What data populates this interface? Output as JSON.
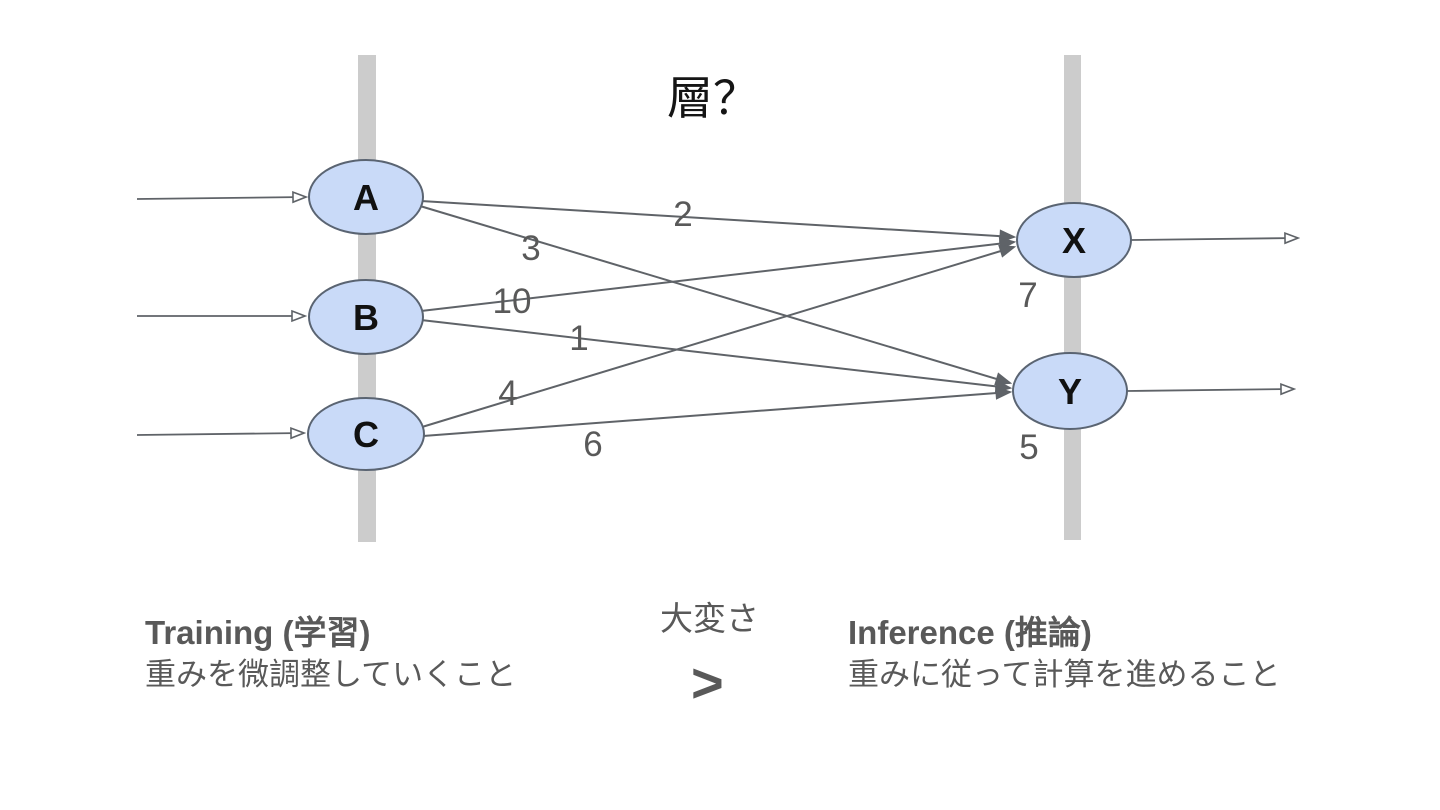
{
  "slide": {
    "title": "層？"
  },
  "network": {
    "input_nodes": [
      {
        "id": "A",
        "label": "A"
      },
      {
        "id": "B",
        "label": "B"
      },
      {
        "id": "C",
        "label": "C"
      }
    ],
    "output_nodes": [
      {
        "id": "X",
        "label": "X"
      },
      {
        "id": "Y",
        "label": "Y"
      }
    ],
    "edge_weights": {
      "a_to_x": "2",
      "a_to_y": "3",
      "b_to_x": "10",
      "b_to_y": "1",
      "c_to_x": "4",
      "c_to_y": "6"
    },
    "node_weights": {
      "x": "7",
      "y": "5"
    }
  },
  "footer": {
    "training_title": "Training (学習)",
    "training_desc": "重みを微調整していくこと",
    "comparison_label": "大変さ",
    "comparison_symbol": ">",
    "inference_title": "Inference (推論)",
    "inference_desc": "重みに従って計算を進めること"
  },
  "colors": {
    "node_fill": "#c9daf8",
    "node_border": "#5a6472",
    "edge": "#5f6368",
    "label_gray": "#595959",
    "bar_gray": "#cccccc",
    "title_black": "#151515"
  }
}
